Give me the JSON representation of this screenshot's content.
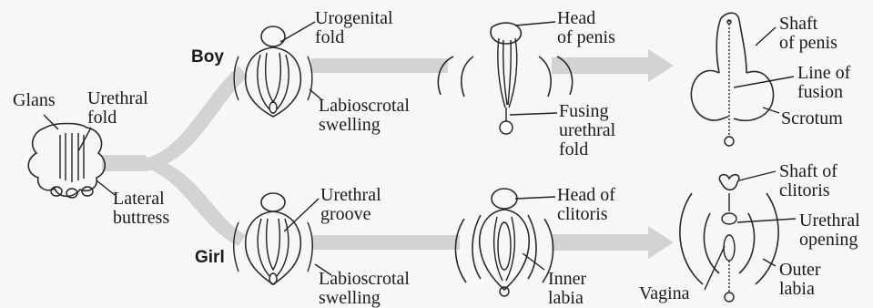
{
  "colors": {
    "arrow": "#d2d2d2",
    "line": "#222222",
    "background": "#f7f7f7"
  },
  "stages": {
    "indifferent": {
      "glans": "Glans",
      "urethral_fold": "Urethral\nfold",
      "lateral_buttress": "Lateral\nbuttress"
    },
    "boy": {
      "label": "Boy",
      "urogenital_fold": "Urogenital\nfold",
      "labioscrotal_swelling": "Labioscrotal\nswelling",
      "head_of_penis": "Head\nof penis",
      "fusing_urethral_fold": "Fusing\nurethral\nfold",
      "shaft_of_penis": "Shaft\nof penis",
      "line_of_fusion": "Line of\nfusion",
      "scrotum": "Scrotum"
    },
    "girl": {
      "label": "Girl",
      "urethral_groove": "Urethral\ngroove",
      "labioscrotal_swelling": "Labioscrotal\nswelling",
      "head_of_clitoris": "Head of\nclitoris",
      "inner_labia": "Inner\nlabia",
      "shaft_of_clitoris": "Shaft of\nclitoris",
      "urethral_opening": "Urethral\nopening",
      "outer_labia": "Outer\nlabia",
      "vagina": "Vagina"
    }
  }
}
